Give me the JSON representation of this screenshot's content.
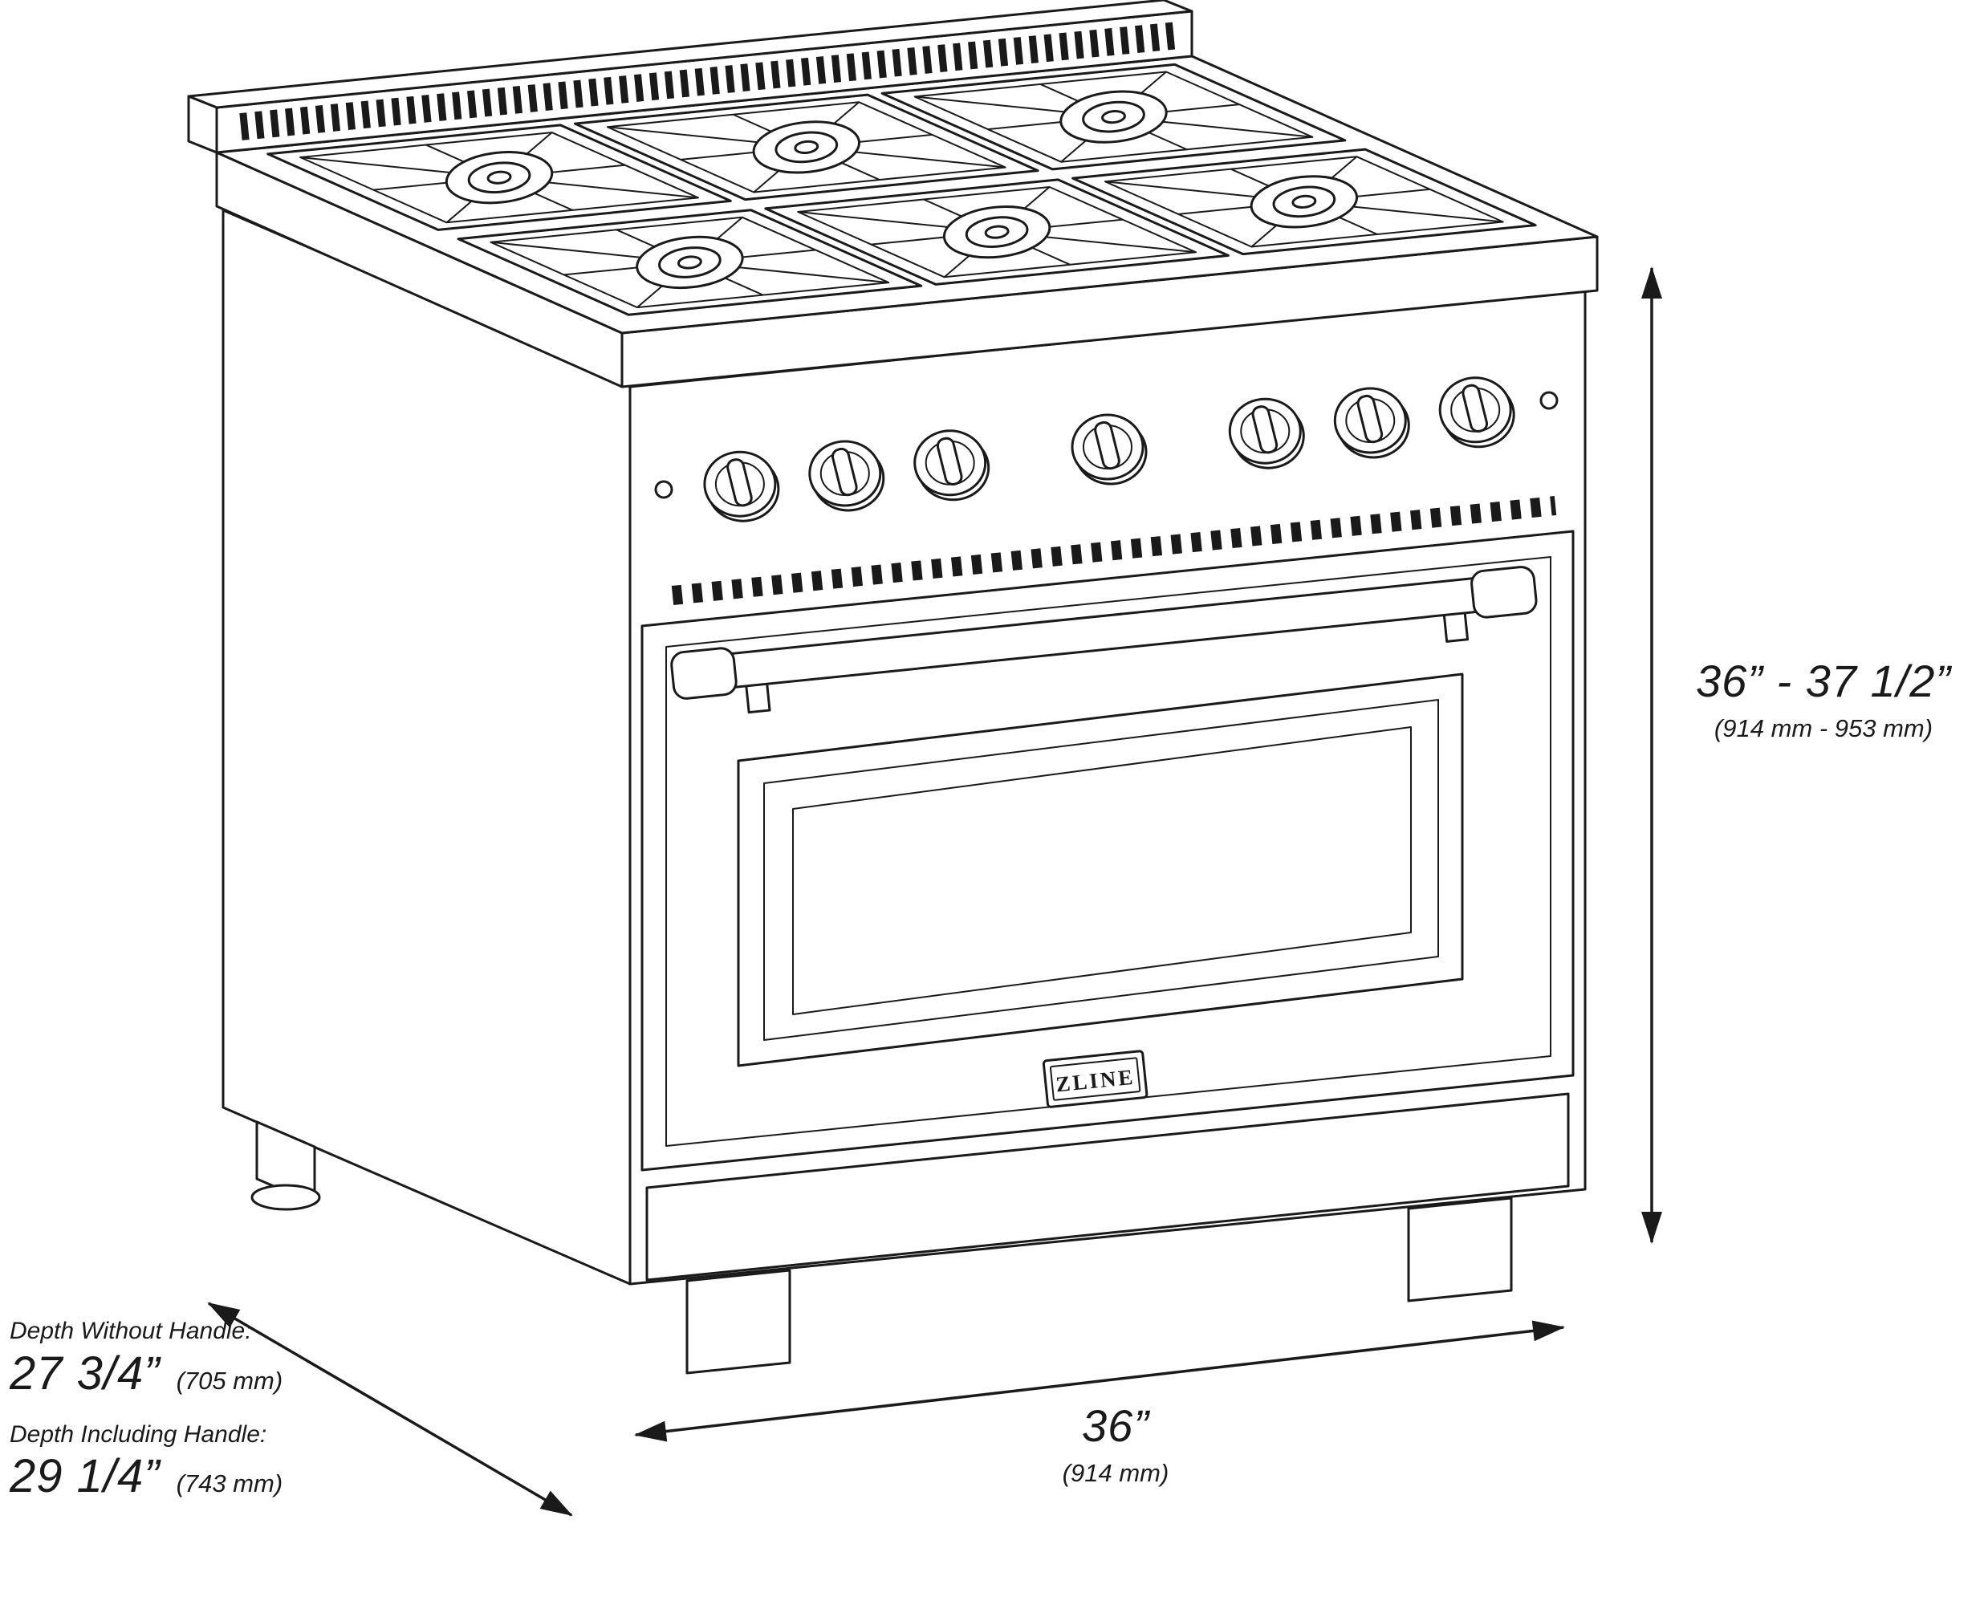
{
  "diagram": {
    "brand": "ZLINE",
    "colors": {
      "line": "#1a1a1a",
      "background": "#ffffff"
    },
    "dimensions": {
      "height": {
        "value": "36” - 37 1/2”",
        "metric": "(914 mm - 953 mm)"
      },
      "width": {
        "value": "36”",
        "metric": "(914 mm)"
      },
      "depth_without_handle": {
        "label": "Depth Without Handle:",
        "value": "27 3/4”",
        "metric": "(705 mm)"
      },
      "depth_including_handle": {
        "label": "Depth Including Handle:",
        "value": "29 1/4”",
        "metric": "(743 mm)"
      }
    }
  }
}
